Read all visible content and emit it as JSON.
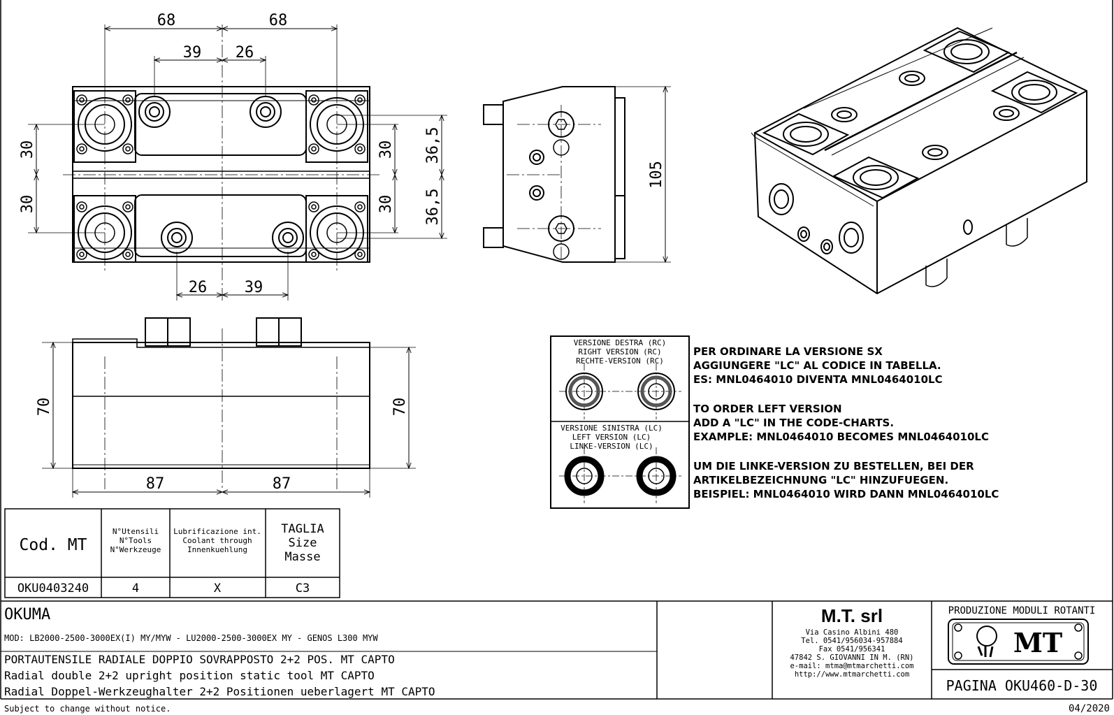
{
  "dimensions": {
    "top_68_left": "68",
    "top_68_right": "68",
    "top_39": "39",
    "top_26": "26",
    "left_30_top": "30",
    "left_30_bottom": "30",
    "right_30_top": "30",
    "right_30_bottom": "30",
    "right_36_5_top": "36,5",
    "right_36_5_bottom": "36,5",
    "bottom_26": "26",
    "bottom_39": "39",
    "side_105": "105",
    "front_70_left": "70",
    "front_70_right": "70",
    "front_87_left": "87",
    "front_87_right": "87"
  },
  "version_box": {
    "right_lines": [
      "VERSIONE DESTRA (RC)",
      "RIGHT VERSION (RC)",
      "RECHTE-VERSION (RC)"
    ],
    "left_lines": [
      "VERSIONE SINISTRA (LC)",
      "LEFT VERSION (LC)",
      "LINKE-VERSION (LC)"
    ]
  },
  "order_notes": {
    "it": [
      "PER ORDINARE LA VERSIONE SX",
      "AGGIUNGERE \"LC\" AL CODICE IN TABELLA.",
      "ES: MNL0464010 DIVENTA MNL0464010LC"
    ],
    "en": [
      "TO ORDER LEFT VERSION",
      "ADD A \"LC\" IN THE CODE-CHARTS.",
      "EXAMPLE: MNL0464010 BECOMES MNL0464010LC"
    ],
    "de": [
      "UM DIE LINKE-VERSION ZU BESTELLEN, BEI DER",
      "ARTIKELBEZEICHNUNG \"LC\" HINZUFUEGEN.",
      "BEISPIEL: MNL0464010 WIRD DANN MNL0464010LC"
    ]
  },
  "spec_table": {
    "col1_header": "Cod. MT",
    "col2_header": [
      "N°Utensili",
      "N°Tools",
      "N°Werkzeuge"
    ],
    "col3_header": [
      "Lubrificazione int.",
      "Coolant through",
      "Innenkuehlung"
    ],
    "col4_header": [
      "TAGLIA",
      "Size",
      "Masse"
    ],
    "row": {
      "code": "OKU0403240",
      "tools": "4",
      "coolant": "X",
      "size": "C3"
    }
  },
  "title_block": {
    "brand": "OKUMA",
    "models": "MOD: LB2000-2500-3000EX(I) MY/MYW   -  LU2000-2500-3000EX MY   - GENOS L300 MYW",
    "desc_it": "PORTAUTENSILE RADIALE DOPPIO SOVRAPPOSTO 2+2 POS. MT CAPTO",
    "desc_en": "Radial double 2+2 upright position static tool MT CAPTO",
    "desc_de": "Radial Doppel-Werkzeughalter 2+2 Positionen ueberlagert MT CAPTO",
    "company": "M.T. srl",
    "address": [
      "Via Casino Albini 480",
      "Tel. 0541/956034-957884",
      "Fax 0541/956341",
      "47842 S. GIOVANNI IN M. (RN)",
      "e-mail: mtma@mtmarchetti.com",
      "http://www.mtmarchetti.com"
    ],
    "production": "PRODUZIONE MODULI ROTANTI",
    "logo_text": "MT",
    "page": "PAGINA OKU460-D-30",
    "disclaimer": "Subject to change without notice.",
    "date": "04/2020"
  }
}
